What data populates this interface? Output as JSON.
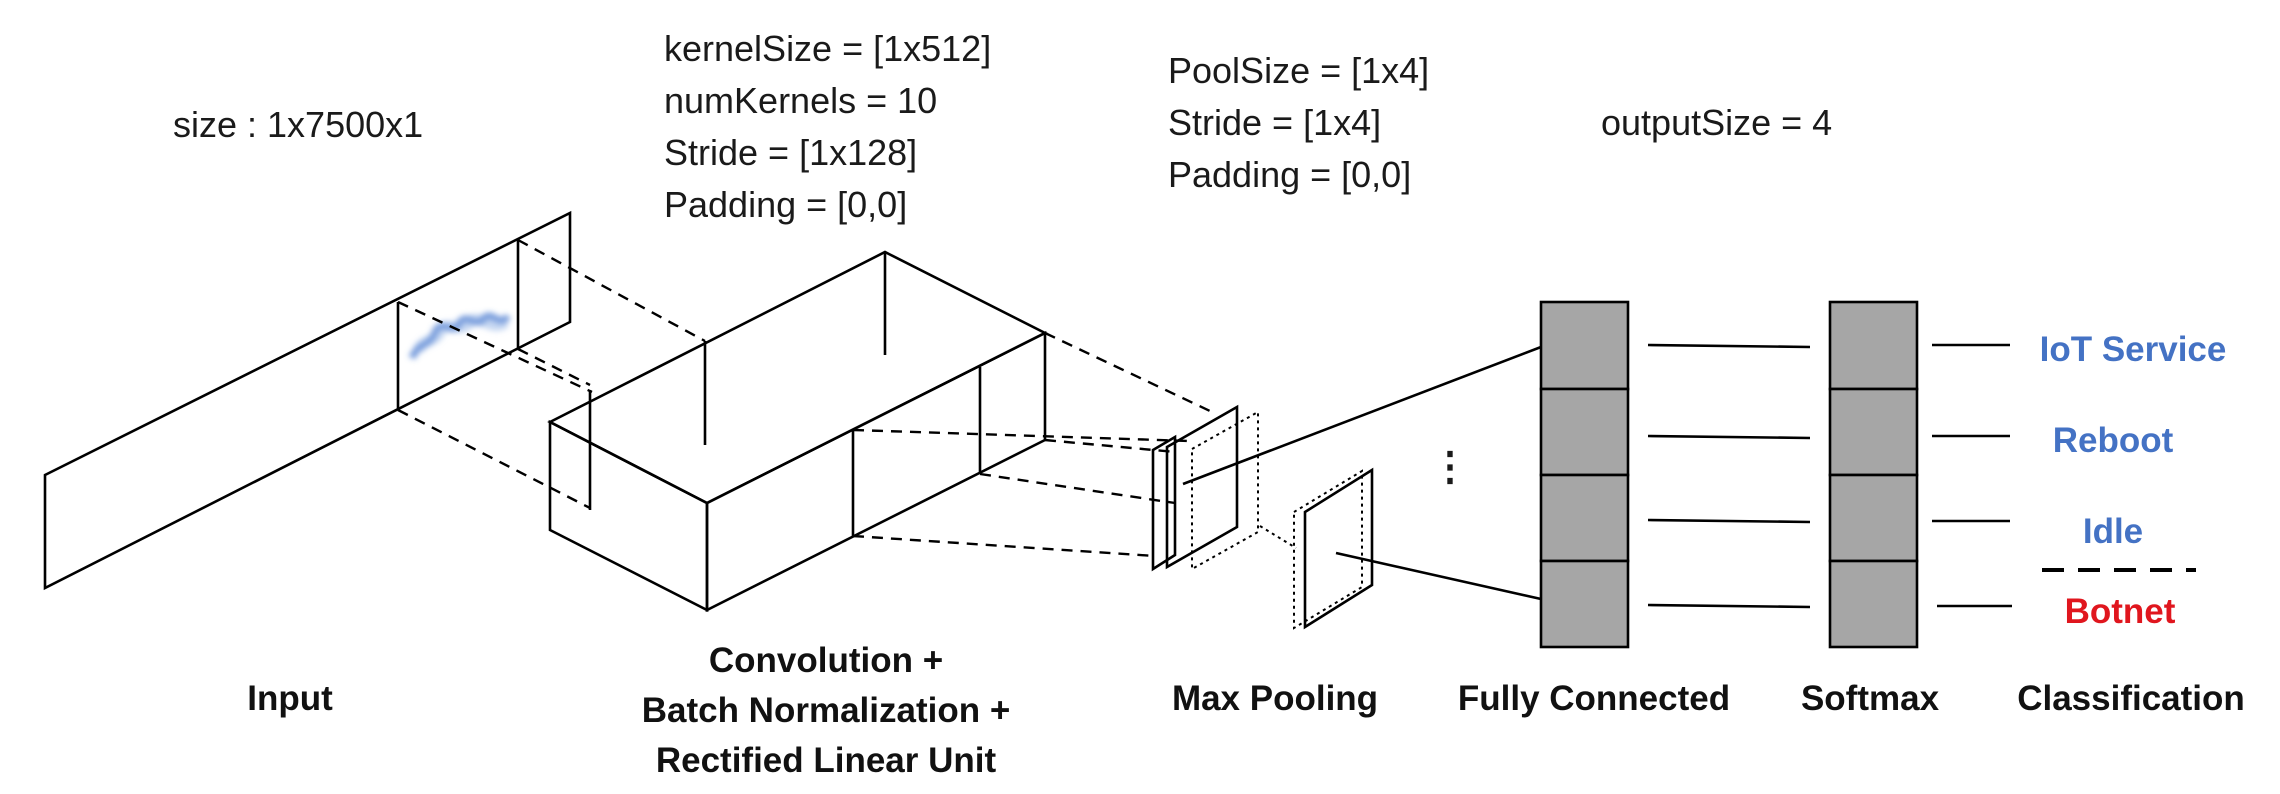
{
  "input": {
    "size_label": "size : 1x7500x1",
    "stage_label": "Input"
  },
  "conv": {
    "params": [
      "kernelSize = [1x512]",
      "numKernels = 10",
      "Stride = [1x128]",
      "Padding = [0,0]"
    ],
    "stage_lines": [
      "Convolution +",
      "Batch Normalization +",
      "Rectified Linear Unit"
    ]
  },
  "pool": {
    "params": [
      "PoolSize = [1x4]",
      "Stride = [1x4]",
      "Padding = [0,0]"
    ],
    "stage_label": "Max Pooling"
  },
  "fc": {
    "output_label": "outputSize = 4",
    "stage_label": "Fully Connected",
    "ellipsis": "⋮"
  },
  "softmax": {
    "stage_label": "Softmax"
  },
  "classification": {
    "stage_label": "Classification",
    "classes": [
      {
        "label": "IoT Service",
        "color": "#4472c4"
      },
      {
        "label": "Reboot",
        "color": "#4472c4"
      },
      {
        "label": "Idle",
        "color": "#4472c4"
      },
      {
        "label": "Botnet",
        "color": "#e0161e"
      }
    ]
  },
  "colors": {
    "cell_fill": "#a6a6a6",
    "signal_blue": "#4a7bd0"
  }
}
